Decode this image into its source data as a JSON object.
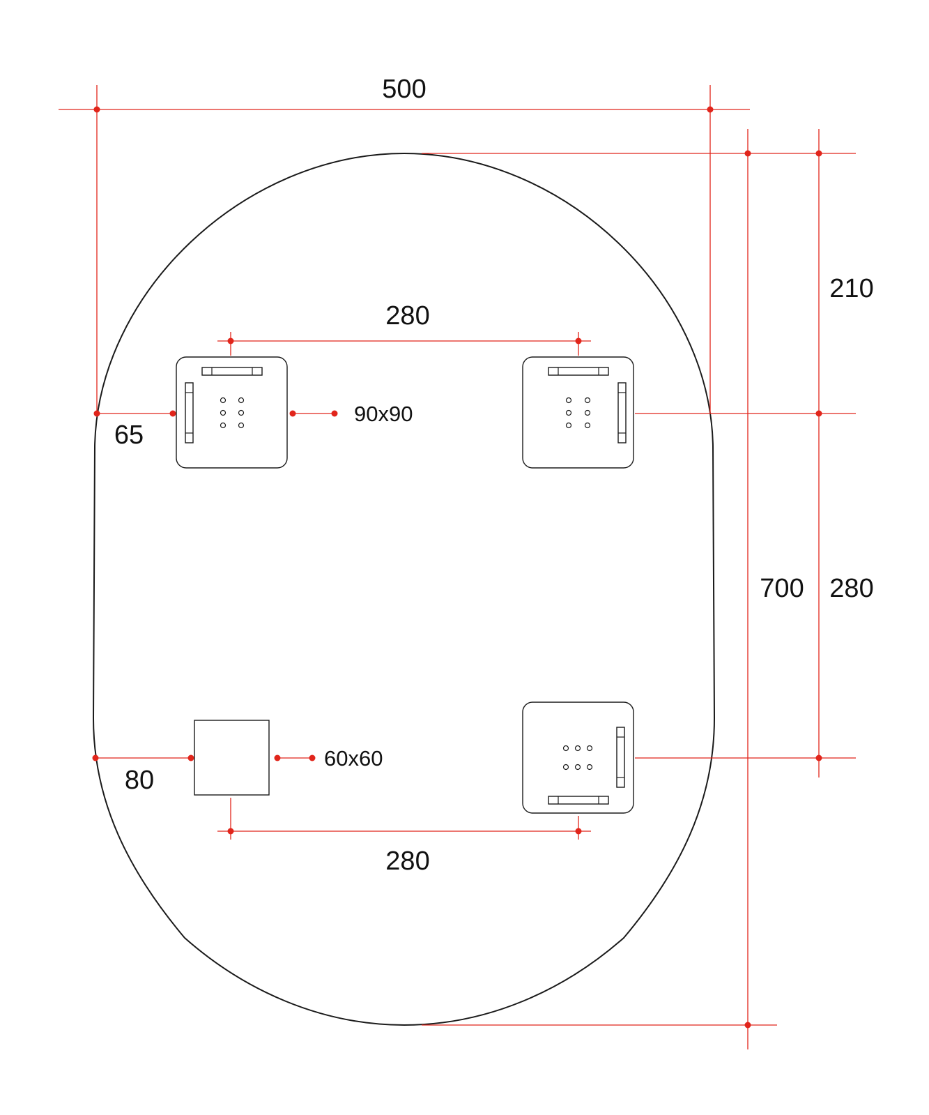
{
  "colors": {
    "dimension_lines": "#e1251b",
    "outline": "#1a1a1a",
    "background": "#ffffff"
  },
  "dimensions": {
    "overall_width": "500",
    "overall_height": "700",
    "top_to_upper_mounts": "210",
    "vertical_mount_spacing": "280",
    "upper_mount_spacing": "280",
    "lower_mount_spacing": "280",
    "upper_left_offset": "65",
    "lower_left_offset": "80"
  },
  "parts": {
    "bracket_size": "90x90",
    "plate_size": "60x60"
  }
}
